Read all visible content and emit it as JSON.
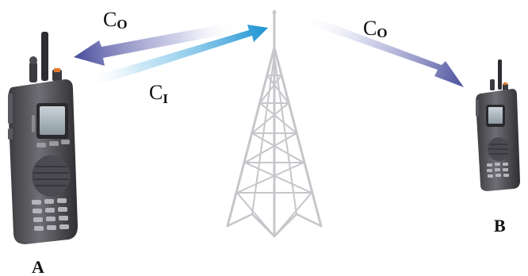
{
  "arrows": {
    "outbound_left": {
      "base": "C",
      "sub": "O",
      "color": "#5558a8"
    },
    "inbound": {
      "base": "C",
      "sub": "I",
      "color": "#2a9fd6"
    },
    "outbound_right": {
      "base": "C",
      "sub": "O",
      "color": "#5558a8"
    }
  },
  "devices": {
    "radio_a": {
      "label": "A"
    },
    "radio_b": {
      "label": "B"
    }
  },
  "tower": {
    "color": "#c8c8cc"
  }
}
